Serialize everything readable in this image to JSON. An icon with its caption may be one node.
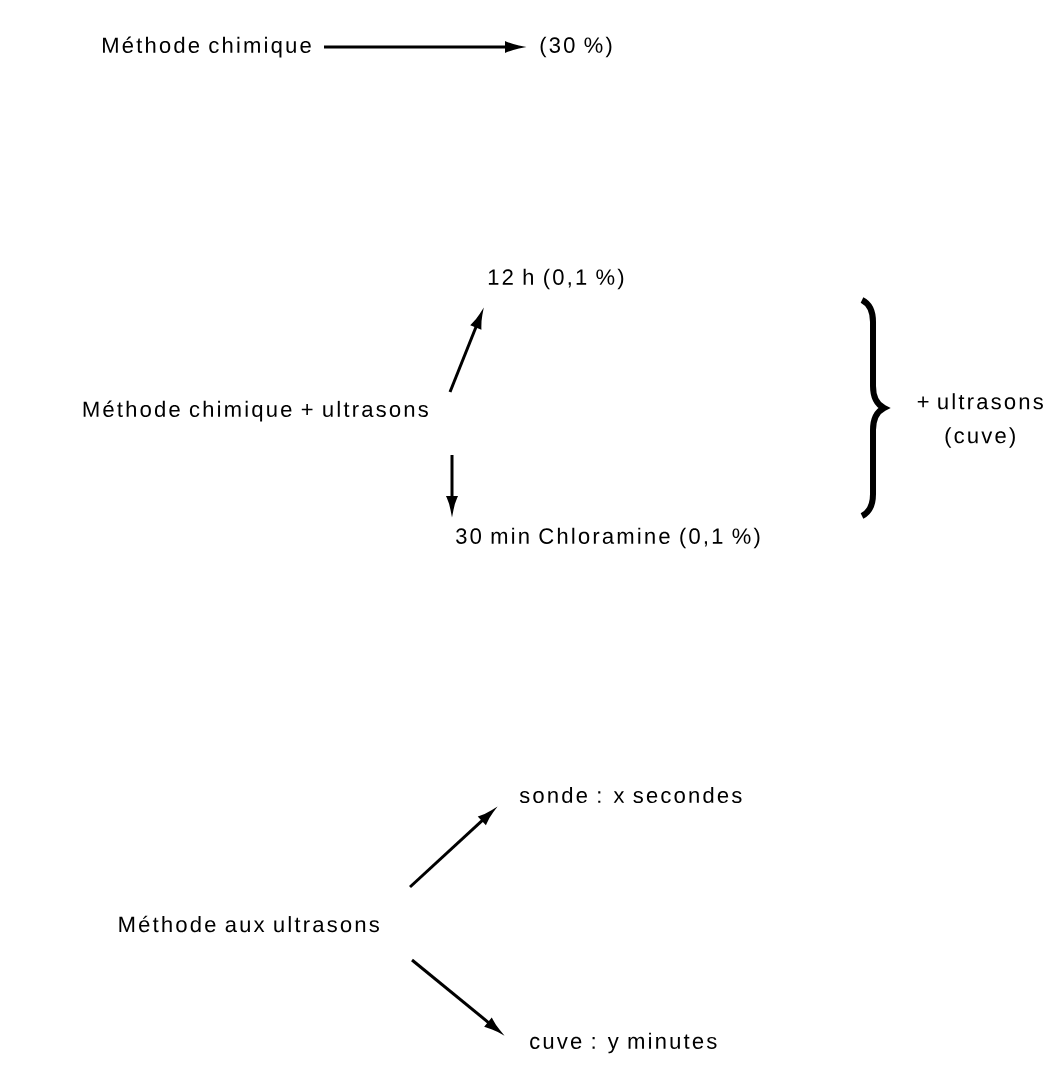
{
  "diagram": {
    "nodes": [
      {
        "text": [
          "Méthode chimique"
        ]
      },
      {
        "text": [
          "(30 %)"
        ]
      },
      {
        "text": [
          "12 h (0,1 %)"
        ]
      },
      {
        "text": [
          "Méthode chimique + ultrasons"
        ]
      },
      {
        "text": [
          "30 min Chloramine (0,1 %)"
        ]
      },
      {
        "text": [
          "Méthode aux ultrasons"
        ]
      },
      {
        "text": [
          "sonde : x secondes"
        ]
      },
      {
        "text": [
          "cuve : y minutes"
        ]
      }
    ],
    "edges": [
      {
        "from": 0,
        "to": 1,
        "arrow": "to"
      },
      {
        "from": 3,
        "to": 2,
        "arrow": "to"
      },
      {
        "from": 3,
        "to": 4,
        "arrow": "to"
      },
      {
        "from": 5,
        "to": 6,
        "arrow": "to"
      },
      {
        "from": 5,
        "to": 7,
        "arrow": "to"
      }
    ],
    "labels": [
      "+ ultrasons (cuve)"
    ]
  }
}
